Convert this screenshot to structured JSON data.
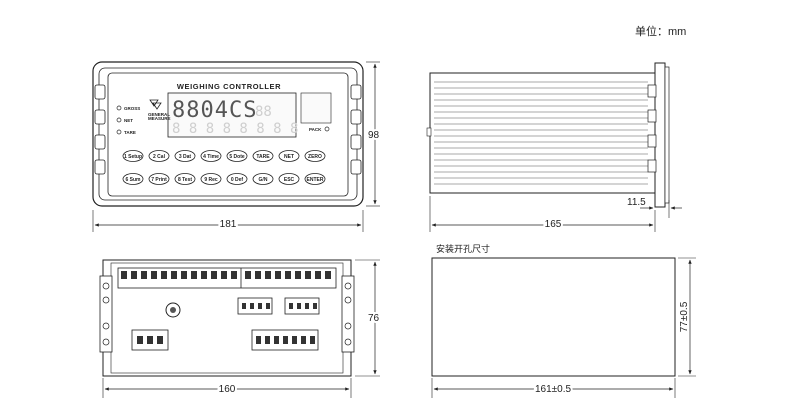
{
  "unit_label": "单位：mm",
  "front": {
    "title": "WEIGHING CONTROLLER",
    "display": "8804CS",
    "indicators": [
      "GROSS",
      "NET",
      "TARE"
    ],
    "brand_text": [
      "GENERAL",
      "MEASURE"
    ],
    "pack_label": "PACK",
    "keys_row1": [
      "1 Setup",
      "2 Cal",
      "3 Dat",
      "4 Time",
      "5 Dote",
      "TARE",
      "NET",
      "ZERO"
    ],
    "keys_row2": [
      "6 Sum",
      "7 Print",
      "8 Test",
      "9 Rec",
      "0 Def",
      "G/N",
      "ESC",
      "ENTER"
    ],
    "width": "181",
    "height": "98"
  },
  "side": {
    "depth": "165",
    "flange": "11.5"
  },
  "rear": {
    "width": "160",
    "height": "76"
  },
  "cutout": {
    "title": "安装开孔尺寸",
    "width": "161±0.5",
    "height": "77±0.5"
  }
}
